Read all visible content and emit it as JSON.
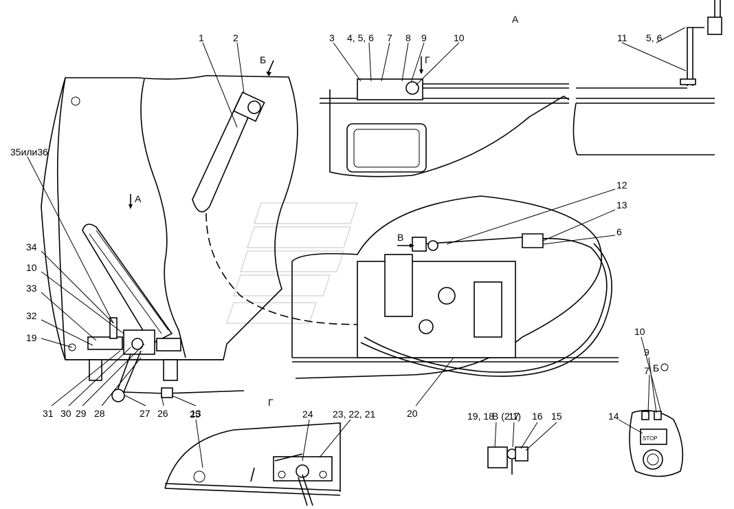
{
  "view_labels": {
    "A_top": "А",
    "B_arrow": "Б",
    "A_arrow": "А",
    "G_arrow": "Г",
    "V_arrow": "В",
    "G_view": "Г",
    "V_view": "В (2:1)",
    "B_view": "Б"
  },
  "callouts": {
    "c1": "1",
    "c2": "2",
    "c3": "3",
    "c4": "4, 5, 6",
    "c7": "7",
    "c8": "8",
    "c9": "9",
    "c10": "10",
    "c11": "11",
    "c56": "5, 6",
    "c35": "35или36",
    "c34": "34",
    "c10b": "10",
    "c33": "33",
    "c32": "32",
    "c19": "19",
    "c31": "31",
    "c30": "30",
    "c29": "29",
    "c28": "28",
    "c27": "27",
    "c26": "26",
    "c13": "13",
    "c12": "12",
    "c13b": "13",
    "c6": "6",
    "c20": "20",
    "c25": "25",
    "c24": "24",
    "c21": "23, 22, 21",
    "c1918": "19, 18",
    "c17": "17",
    "c16": "16",
    "c15": "15",
    "c10c": "10",
    "c9b": "9",
    "c7b": "7",
    "c14": "14"
  },
  "stop_sign": "STOP"
}
